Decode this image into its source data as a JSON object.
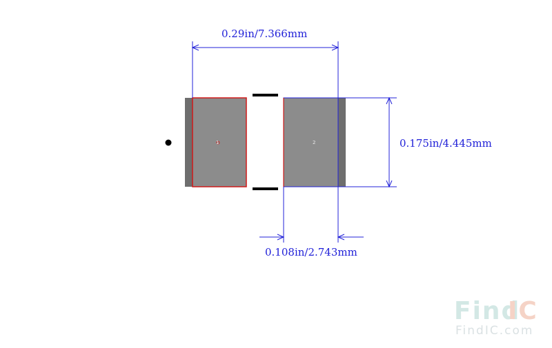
{
  "dimensions": {
    "overall_width": "0.29in/7.366mm",
    "height": "0.175in/4.445mm",
    "pad_width": "0.108in/2.743mm"
  },
  "pads": {
    "pad1_label": "1",
    "pad2_label": "2"
  },
  "watermark": {
    "logo_find": "Find",
    "logo_ic": "IC",
    "url": "FindIC.com"
  },
  "colors": {
    "dimension_line": "#2020d8",
    "pad_fill": "#8c8c8c",
    "body_fill": "#6e6e6e",
    "pad1_outline": "#d01818",
    "silkscreen": "#000000"
  }
}
